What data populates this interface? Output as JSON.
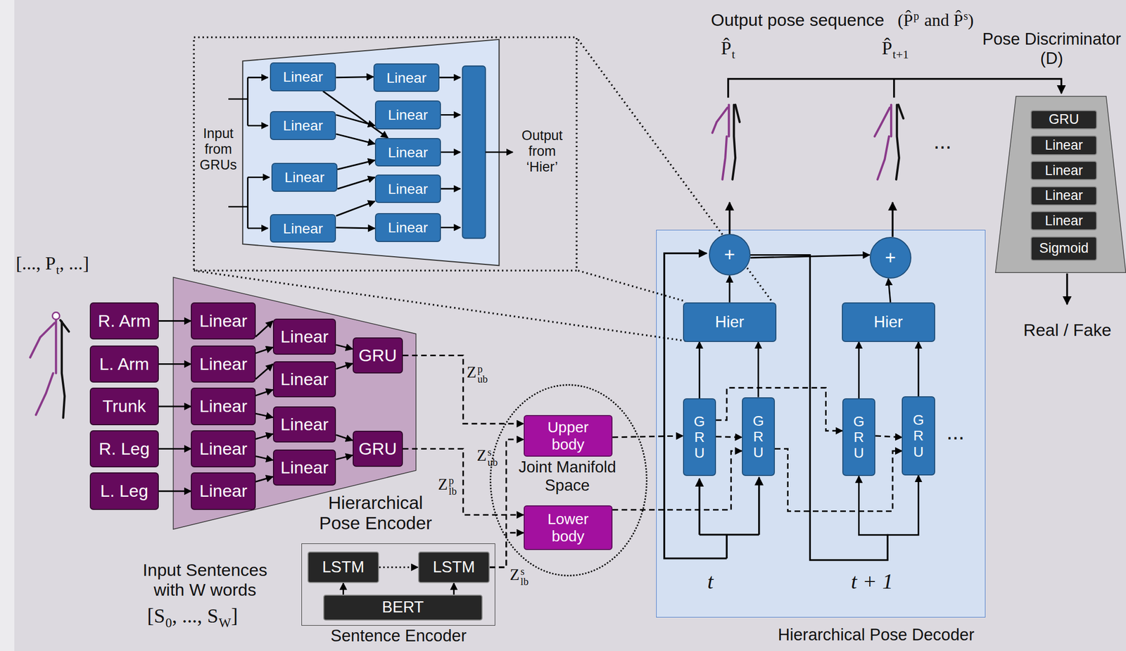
{
  "diagram": {
    "nodes": [
      {
        "text": [
          "Hierarchical Pose Encoder"
        ]
      },
      {
        "text": [
          "R. Arm"
        ]
      },
      {
        "text": [
          "L. Arm"
        ]
      },
      {
        "text": [
          "Trunk"
        ]
      },
      {
        "text": [
          "R. Leg"
        ]
      },
      {
        "text": [
          "L. Leg"
        ]
      },
      {
        "text": [
          "Linear"
        ],
        "in": 0
      },
      {
        "text": [
          "Linear"
        ],
        "in": 0
      },
      {
        "text": [
          "Linear"
        ],
        "in": 0
      },
      {
        "text": [
          "Linear"
        ],
        "in": 0
      },
      {
        "text": [
          "Linear"
        ],
        "in": 0
      },
      {
        "text": [
          "Linear"
        ],
        "in": 0
      },
      {
        "text": [
          "Linear"
        ],
        "in": 0
      },
      {
        "text": [
          "Linear"
        ],
        "in": 0
      },
      {
        "text": [
          "Linear"
        ],
        "in": 0
      },
      {
        "text": [
          "GRU"
        ],
        "in": 0
      },
      {
        "text": [
          "GRU"
        ],
        "in": 0
      },
      {
        "text": [
          "Sentence Encoder"
        ]
      },
      {
        "text": [
          "LSTM"
        ],
        "in": 17
      },
      {
        "text": [
          "LSTM"
        ],
        "in": 17
      },
      {
        "text": [
          "BERT"
        ],
        "in": 17
      },
      {
        "text": [
          "Joint Manifold Space"
        ]
      },
      {
        "text": [
          "Upper body"
        ],
        "in": 21
      },
      {
        "text": [
          "Lower body"
        ],
        "in": 21
      },
      {
        "text": [
          "Hierarchical Pose Decoder"
        ]
      },
      {
        "text": [
          "+"
        ],
        "in": 24
      },
      {
        "text": [
          "+"
        ],
        "in": 24
      },
      {
        "text": [
          "Hier"
        ],
        "in": 24
      },
      {
        "text": [
          "Hier"
        ],
        "in": 24
      },
      {
        "text": [
          "GRU"
        ],
        "in": 24
      },
      {
        "text": [
          "GRU"
        ],
        "in": 24
      },
      {
        "text": [
          "GRU"
        ],
        "in": 24
      },
      {
        "text": [
          "GRU"
        ],
        "in": 24
      },
      {
        "text": [
          "Linear"
        ]
      },
      {
        "text": [
          "Linear"
        ]
      },
      {
        "text": [
          "Linear"
        ]
      },
      {
        "text": [
          "Linear"
        ]
      },
      {
        "text": [
          "Linear"
        ]
      },
      {
        "text": [
          "Linear"
        ]
      },
      {
        "text": [
          "Linear"
        ]
      },
      {
        "text": [
          "Linear"
        ]
      },
      {
        "text": [
          "Linear"
        ]
      },
      {
        "text": [
          "Pose Discriminator (D)"
        ]
      },
      {
        "text": [
          "GRU"
        ],
        "in": 42
      },
      {
        "text": [
          "Linear"
        ],
        "in": 42
      },
      {
        "text": [
          "Linear"
        ],
        "in": 42
      },
      {
        "text": [
          "Linear"
        ],
        "in": 42
      },
      {
        "text": [
          "Linear"
        ],
        "in": 42
      },
      {
        "text": [
          "Sigmoid"
        ],
        "in": 42
      }
    ],
    "edges": [
      {
        "from": 1,
        "to": 6,
        "arrow": "to"
      },
      {
        "from": 2,
        "to": 7,
        "arrow": "to"
      },
      {
        "from": 3,
        "to": 8,
        "arrow": "to"
      },
      {
        "from": 4,
        "to": 9,
        "arrow": "to"
      },
      {
        "from": 5,
        "to": 10,
        "arrow": "to"
      },
      {
        "from": 6,
        "to": 11,
        "arrow": "to"
      },
      {
        "from": 7,
        "to": 11,
        "arrow": "to"
      },
      {
        "from": 7,
        "to": 12,
        "arrow": "to"
      },
      {
        "from": 8,
        "to": 12,
        "arrow": "to"
      },
      {
        "from": 8,
        "to": 13,
        "arrow": "to"
      },
      {
        "from": 9,
        "to": 13,
        "arrow": "to"
      },
      {
        "from": 9,
        "to": 14,
        "arrow": "to"
      },
      {
        "from": 10,
        "to": 14,
        "arrow": "to"
      },
      {
        "from": 11,
        "to": 15,
        "arrow": "to"
      },
      {
        "from": 12,
        "to": 15,
        "arrow": "to"
      },
      {
        "from": 13,
        "to": 16,
        "arrow": "to"
      },
      {
        "from": 14,
        "to": 16,
        "arrow": "to"
      },
      {
        "from": 15,
        "to": 22,
        "arrow": "to"
      },
      {
        "from": 16,
        "to": 23,
        "arrow": "to"
      },
      {
        "from": 19,
        "to": 22,
        "arrow": "to"
      },
      {
        "from": 19,
        "to": 23,
        "arrow": "to"
      },
      {
        "from": 20,
        "to": 18,
        "arrow": "to"
      },
      {
        "from": 20,
        "to": 19,
        "arrow": "to"
      },
      {
        "from": 18,
        "to": 19,
        "arrow": "to"
      },
      {
        "from": 22,
        "to": 29,
        "arrow": "to"
      },
      {
        "from": 23,
        "to": 30,
        "arrow": "to"
      },
      {
        "from": 29,
        "to": 30,
        "arrow": "to"
      },
      {
        "from": 29,
        "to": 31,
        "arrow": "to"
      },
      {
        "from": 30,
        "to": 32,
        "arrow": "to"
      },
      {
        "from": 31,
        "to": 32,
        "arrow": "to"
      },
      {
        "from": 29,
        "to": 27,
        "arrow": "to"
      },
      {
        "from": 30,
        "to": 27,
        "arrow": "to"
      },
      {
        "from": 31,
        "to": 28,
        "arrow": "to"
      },
      {
        "from": 32,
        "to": 28,
        "arrow": "to"
      },
      {
        "from": 27,
        "to": 25,
        "arrow": "to"
      },
      {
        "from": 28,
        "to": 26,
        "arrow": "to"
      },
      {
        "from": 25,
        "to": 26,
        "arrow": "to"
      },
      {
        "from": 25,
        "to": 31,
        "arrow": "to"
      },
      {
        "from": 25,
        "to": 32,
        "arrow": "to"
      },
      {
        "from": 33,
        "to": 37,
        "arrow": "to"
      },
      {
        "from": 33,
        "to": 39,
        "arrow": "to"
      },
      {
        "from": 34,
        "to": 38,
        "arrow": "to"
      },
      {
        "from": 34,
        "to": 39,
        "arrow": "to"
      },
      {
        "from": 35,
        "to": 39,
        "arrow": "to"
      },
      {
        "from": 35,
        "to": 40,
        "arrow": "to"
      },
      {
        "from": 36,
        "to": 40,
        "arrow": "to"
      },
      {
        "from": 36,
        "to": 41,
        "arrow": "to"
      }
    ],
    "labels": [
      "Output pose sequence",
      "(P̂",
      "p",
      "and P̂",
      "s",
      ")",
      "P̂",
      "t",
      "P̂",
      "t+1",
      "...",
      "Real / Fake",
      "[..., P",
      "t",
      ", ...]",
      "Input from GRUs",
      "Output from ‘Hier’",
      "Z",
      "p",
      "ub",
      "Z",
      "s",
      "ub",
      "Z",
      "p",
      "lb",
      "Z",
      "s",
      "lb",
      "Input Sentences with W words",
      "[S",
      "0",
      ", ..., S",
      "W",
      "]",
      "t",
      "t + 1",
      "..."
    ]
  }
}
